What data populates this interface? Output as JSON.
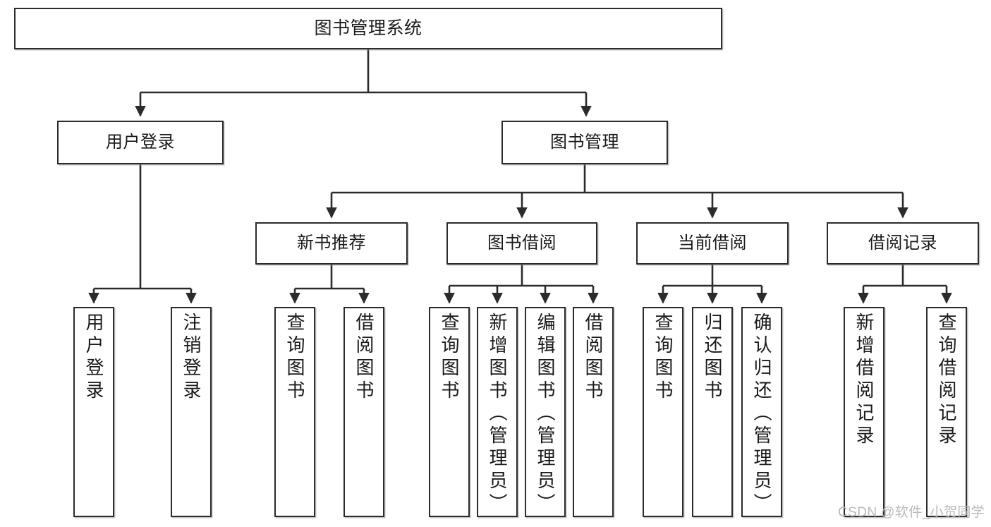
{
  "diagram": {
    "type": "tree",
    "title": "图书管理系统",
    "orientation": "top-down",
    "colors": {
      "box_border": "#2b2b2b",
      "box_fill": "#ffffff",
      "edge": "#2b2b2b",
      "text": "#1a1a1a",
      "watermark": "#b9b9b9"
    },
    "levels": {
      "level1": [
        "图书管理系统"
      ],
      "level2": [
        "用户登录",
        "图书管理"
      ],
      "level3": [
        "新书推荐",
        "图书借阅",
        "当前借阅",
        "借阅记录"
      ],
      "level4": [
        "用户登录",
        "注销登录",
        "查询图书",
        "借阅图书",
        "查询图书",
        "新增图书（管理员）",
        "编辑图书（管理员）",
        "借阅图书",
        "查询图书",
        "归还图书",
        "确认归还（管理员）",
        "新增借阅记录",
        "查询借阅记录"
      ]
    }
  },
  "nodes": {
    "root": {
      "label": "图书管理系统"
    },
    "user_login": {
      "label": "用户登录"
    },
    "book_manage": {
      "label": "图书管理"
    },
    "new_book_rec": {
      "label": "新书推荐"
    },
    "book_borrow": {
      "label": "图书借阅"
    },
    "current_borrow": {
      "label": "当前借阅"
    },
    "borrow_record": {
      "label": "借阅记录"
    },
    "leaf_user_login": {
      "label": "用户登录"
    },
    "leaf_logout": {
      "label": "注销登录"
    },
    "leaf_query_book_1": {
      "label": "查询图书"
    },
    "leaf_borrow_book_1": {
      "label": "借阅图书"
    },
    "leaf_query_book_2": {
      "label": "查询图书"
    },
    "leaf_add_book": {
      "label": "新增图书（管理员）"
    },
    "leaf_edit_book": {
      "label": "编辑图书（管理员）"
    },
    "leaf_borrow_book_2": {
      "label": "借阅图书"
    },
    "leaf_query_book_3": {
      "label": "查询图书"
    },
    "leaf_return_book": {
      "label": "归还图书"
    },
    "leaf_confirm_return": {
      "label": "确认归还（管理员）"
    },
    "leaf_add_record": {
      "label": "新增借阅记录"
    },
    "leaf_query_record": {
      "label": "查询借阅记录"
    }
  },
  "watermark": {
    "text": "CSDN @软件_小贺同学"
  }
}
